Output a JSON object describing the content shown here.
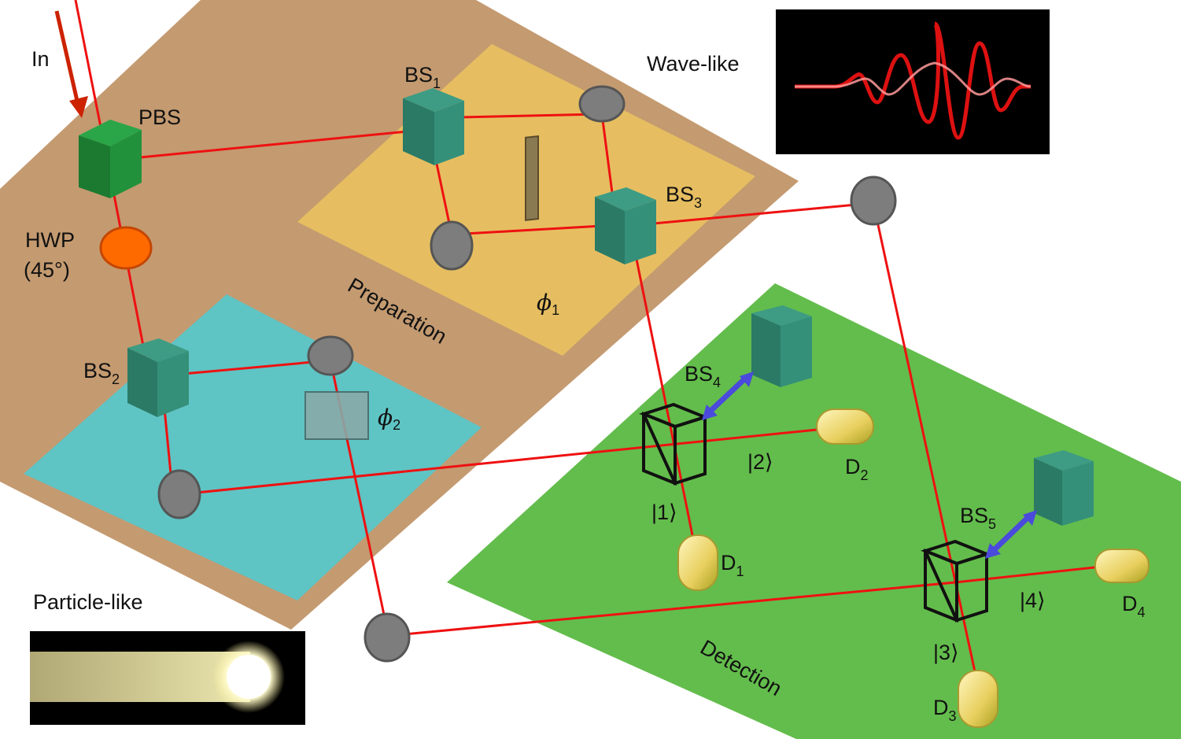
{
  "labels": {
    "in": "In",
    "pbs": "PBS",
    "hwp_line1": "HWP",
    "hwp_line2": "(45°)",
    "bs1_main": "BS",
    "bs1_sub": "1",
    "bs2_main": "BS",
    "bs2_sub": "2",
    "bs3_main": "BS",
    "bs3_sub": "3",
    "bs4_main": "BS",
    "bs4_sub": "4",
    "bs5_main": "BS",
    "bs5_sub": "5",
    "phi1_main": "ϕ",
    "phi1_sub": "1",
    "phi2_main": "ϕ",
    "phi2_sub": "2",
    "d1_main": "D",
    "d1_sub": "1",
    "d2_main": "D",
    "d2_sub": "2",
    "d3_main": "D",
    "d3_sub": "3",
    "d4_main": "D",
    "d4_sub": "4",
    "ket1": "|1⟩",
    "ket2": "|2⟩",
    "ket3": "|3⟩",
    "ket4": "|4⟩",
    "wave_like": "Wave-like",
    "particle_like": "Particle-like",
    "preparation": "Preparation",
    "detection": "Detection"
  },
  "colors": {
    "beam": "#ee1111",
    "preparation_table": "#c49a70",
    "yellow_region": "#e8c060",
    "cyan_region": "#5fc4c4",
    "detection_table": "#63bd4c",
    "cube": "#2f8a70",
    "pbs_cube": "#1e8a3a",
    "hwp": "#ff6a00",
    "mirror": "#7d7d7d",
    "detector": "#e8d070",
    "arrow_blue": "#4a4adc",
    "input_arrow": "#cc2200"
  }
}
